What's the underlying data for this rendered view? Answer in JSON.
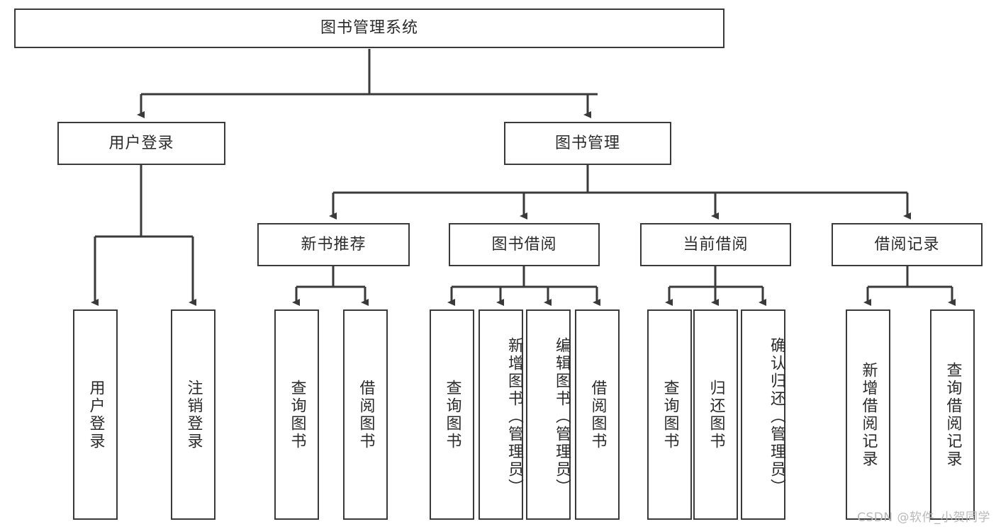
{
  "diagram": {
    "type": "tree-hierarchy",
    "title": "图书管理系统",
    "watermark": "CSDN @软件_小贺同学",
    "colors": {
      "background": "#ffffff",
      "node_border": "#3a3a3a",
      "node_fill": "#ffffff",
      "text": "#2b2b2b",
      "edge": "#3a3a3a",
      "watermark": "#b9b9b9"
    },
    "levels": {
      "root": {
        "label": "图书管理系统"
      },
      "level2": [
        {
          "id": "user-login",
          "label": "用户登录"
        },
        {
          "id": "book-manage",
          "label": "图书管理"
        }
      ],
      "level3": [
        {
          "id": "new-book-rec",
          "label": "新书推荐",
          "parent": "book-manage"
        },
        {
          "id": "book-borrow",
          "label": "图书借阅",
          "parent": "book-manage"
        },
        {
          "id": "current-borrow",
          "label": "当前借阅",
          "parent": "book-manage"
        },
        {
          "id": "borrow-record",
          "label": "借阅记录",
          "parent": "book-manage"
        }
      ],
      "leaves": [
        {
          "id": "leaf-user-login",
          "label": "用户登录",
          "parent": "user-login"
        },
        {
          "id": "leaf-logout",
          "label": "注销登录",
          "parent": "user-login"
        },
        {
          "id": "leaf-query-book-1",
          "label": "查询图书",
          "parent": "new-book-rec"
        },
        {
          "id": "leaf-borrow-book-1",
          "label": "借阅图书",
          "parent": "new-book-rec"
        },
        {
          "id": "leaf-query-book-2",
          "label": "查询图书",
          "parent": "book-borrow"
        },
        {
          "id": "leaf-add-book",
          "label": "新增图书（管理员）",
          "parent": "book-borrow"
        },
        {
          "id": "leaf-edit-book",
          "label": "编辑图书（管理员）",
          "parent": "book-borrow"
        },
        {
          "id": "leaf-borrow-book-2",
          "label": "借阅图书",
          "parent": "book-borrow"
        },
        {
          "id": "leaf-query-book-3",
          "label": "查询图书",
          "parent": "current-borrow"
        },
        {
          "id": "leaf-return-book",
          "label": "归还图书",
          "parent": "current-borrow"
        },
        {
          "id": "leaf-confirm-return",
          "label": "确认归还（管理员）",
          "parent": "current-borrow"
        },
        {
          "id": "leaf-add-record",
          "label": "新增借阅记录",
          "parent": "borrow-record"
        },
        {
          "id": "leaf-query-record",
          "label": "查询借阅记录",
          "parent": "borrow-record"
        }
      ]
    }
  }
}
